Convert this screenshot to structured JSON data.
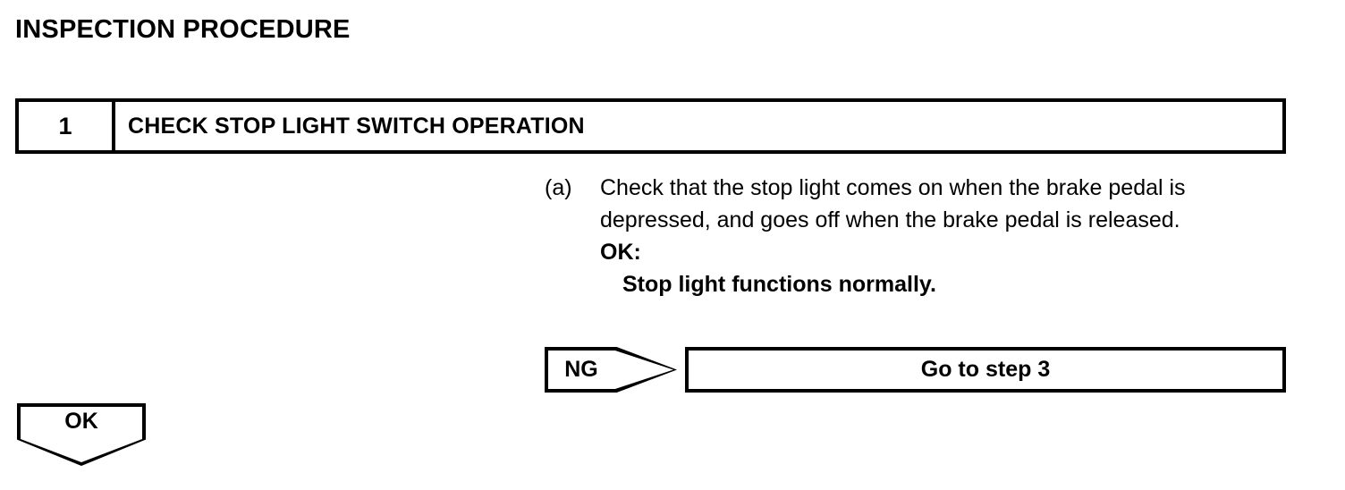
{
  "page": {
    "title": "INSPECTION PROCEDURE"
  },
  "step": {
    "number": "1",
    "title": "CHECK STOP LIGHT SWITCH OPERATION"
  },
  "procedure": {
    "items": [
      {
        "marker": "(a)",
        "text": "Check that the stop light comes on when the brake pedal is depressed, and goes off when the brake pedal is released.",
        "ok_label": "OK:",
        "ok_value": "Stop light functions normally."
      }
    ]
  },
  "branches": {
    "ng": {
      "tag": "NG",
      "result": "Go to step 3"
    },
    "ok": {
      "tag": "OK"
    }
  },
  "colors": {
    "ink": "#000000",
    "paper": "#ffffff"
  }
}
